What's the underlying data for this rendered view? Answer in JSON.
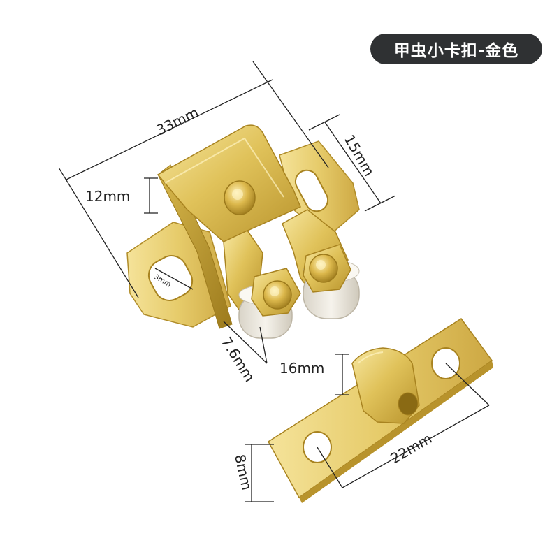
{
  "title_badge": "甲虫小卡扣-金色",
  "dimensions": {
    "width_top": "33mm",
    "height_side": "15mm",
    "plate_depth": "12mm",
    "slot": "3mm",
    "roller": "7.6mm",
    "strike_height": "16mm",
    "strike_holes": "22mm",
    "strike_width": "8mm"
  },
  "colors": {
    "badge_bg": "#2f3133",
    "brass_light": "#f3df86",
    "brass_mid": "#d8b648",
    "brass_dark": "#a88320",
    "roller": "#f1ede4"
  }
}
